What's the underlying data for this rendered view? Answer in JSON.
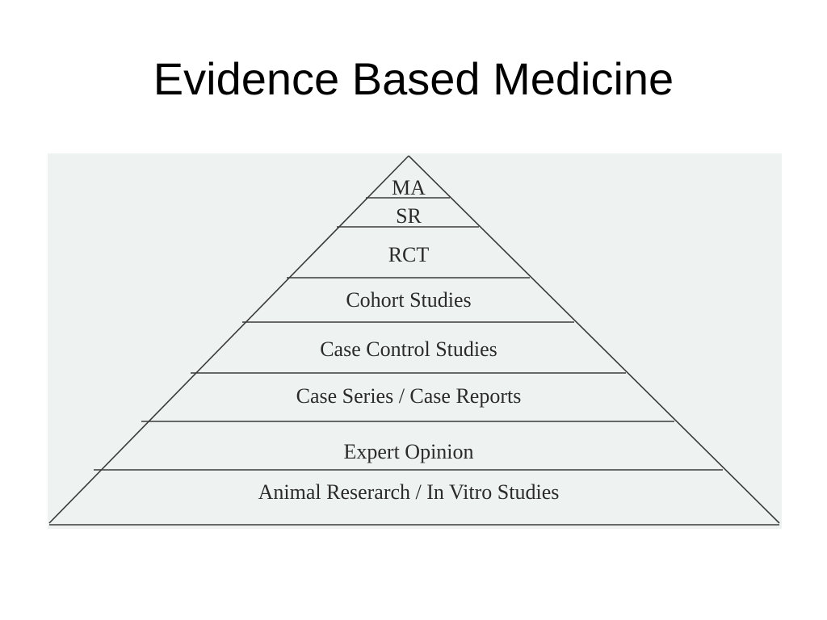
{
  "title": "Evidence Based Medicine",
  "pyramid": {
    "levels": [
      {
        "label": "MA"
      },
      {
        "label": "SR"
      },
      {
        "label": "RCT"
      },
      {
        "label": "Cohort Studies"
      },
      {
        "label": "Case Control Studies"
      },
      {
        "label": "Case Series / Case Reports"
      },
      {
        "label": "Expert Opinion"
      },
      {
        "label": "Animal Reserarch / In Vitro Studies"
      }
    ]
  }
}
